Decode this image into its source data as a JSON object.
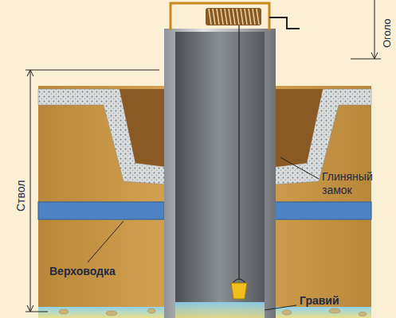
{
  "diagram": {
    "labels": [
      "Оголо",
      "Ствол",
      "Глиняный замок",
      "Верховодка",
      "Гравий"
    ]
  }
}
